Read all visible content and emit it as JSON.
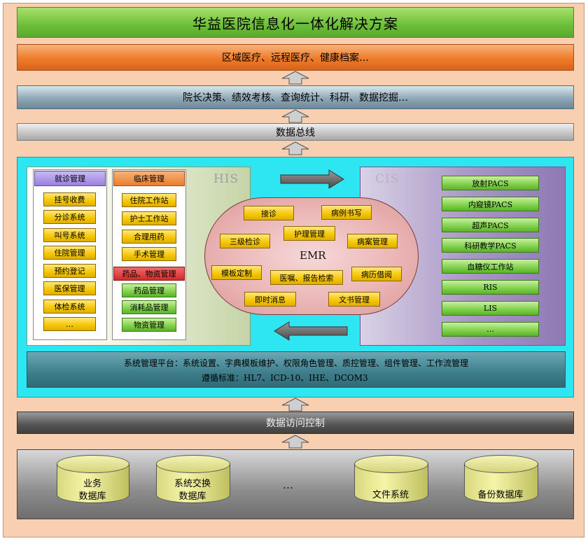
{
  "title": "华益医院信息化一体化解决方案",
  "regional": "区域医疗、远程医疗、健康档案…",
  "decision": "院长决策、绩效考核、查询统计、科研、数据挖掘…",
  "data_bus": "数据总线",
  "his": {
    "label": "HIS",
    "visit": {
      "header": "就诊管理",
      "items": [
        "挂号收费",
        "分诊系统",
        "叫号系统",
        "住院管理",
        "预约登记",
        "医保管理",
        "体检系统",
        "…"
      ]
    },
    "clinical": {
      "header": "临床管理",
      "items": [
        "住院工作站",
        "护士工作站",
        "合理用药",
        "手术管理"
      ]
    },
    "drug": {
      "header": "药品、物资管理",
      "items": [
        "药品管理",
        "消耗品管理",
        "物资管理"
      ]
    }
  },
  "emr": {
    "label": "EMR",
    "items": [
      "接诊",
      "病例书写",
      "三级检诊",
      "护理管理",
      "病案管理",
      "模板定制",
      "医嘱、报告检索",
      "病历借阅",
      "即时消息",
      "文书管理"
    ]
  },
  "cis": {
    "label": "CIS",
    "items": [
      "放射PACS",
      "内窥镜PACS",
      "超声PACS",
      "科研教学PACS",
      "血糖仪工作站",
      "RIS",
      "LIS",
      "…"
    ]
  },
  "system_platform": {
    "line1": "系统管理平台：系统设置、字典模板维护、权限角色管理、质控管理、组件管理、工作流管理",
    "line2": "遵循标准：HL7、ICD-10、IHE、DCOM3"
  },
  "data_access": "数据访问控制",
  "databases": {
    "business": [
      "业务",
      "数据库"
    ],
    "exchange": [
      "系统交换",
      "数据库"
    ],
    "ellipsis": "…",
    "file_system": "文件系统",
    "backup": "备份数据库"
  },
  "colors": {
    "frame": "#f8cfb0",
    "title_green": "#6cbf3a",
    "regional_orange": "#ee7b2a",
    "decision_blue_gray": "#8fa8b8",
    "integration_cyan": "#2ee6f2",
    "box_yellow": "#f5c600",
    "box_green": "#7fd04a",
    "emr_pink": "#eab3b3",
    "cis_purple": "#a896c4"
  }
}
